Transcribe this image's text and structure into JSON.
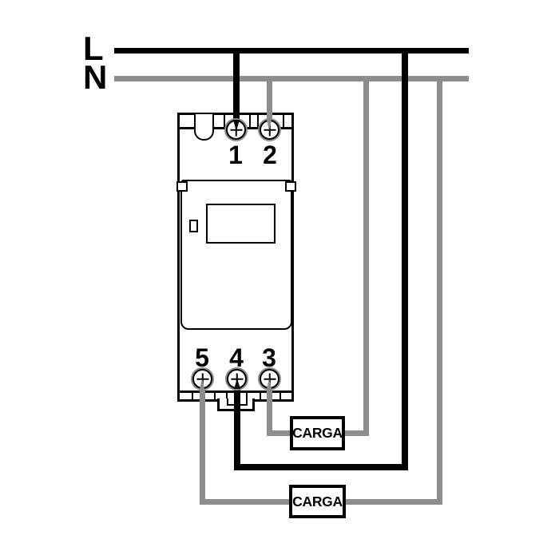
{
  "diagram": {
    "supply": {
      "live_label": "L",
      "neutral_label": "N"
    },
    "device": {
      "top_terminals": [
        {
          "label": "1"
        },
        {
          "label": "2"
        }
      ],
      "bottom_terminals": [
        {
          "label": "5"
        },
        {
          "label": "4"
        },
        {
          "label": "3"
        }
      ]
    },
    "loads": [
      {
        "label": "CARGA"
      },
      {
        "label": "CARGA"
      }
    ],
    "colors": {
      "live_wire": "#000000",
      "neutral_wire": "#8d8d8d",
      "outline": "#000000",
      "background": "#ffffff"
    }
  }
}
